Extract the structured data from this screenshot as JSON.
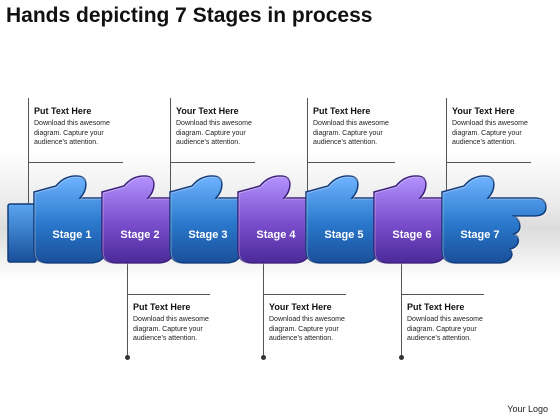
{
  "title": "Hands depicting 7 Stages in process",
  "stages": [
    "Stage 1",
    "Stage 2",
    "Stage 3",
    "Stage 4",
    "Stage 5",
    "Stage 6",
    "Stage 7"
  ],
  "callouts_top": [
    {
      "title": "Put Text Here",
      "body": "Download this awesome diagram. Capture your audience’s attention."
    },
    {
      "title": "Your Text Here",
      "body": "Download this awesome diagram. Capture your audience’s attention."
    },
    {
      "title": "Put Text Here",
      "body": "Download this awesome diagram. Capture your audience’s attention."
    },
    {
      "title": "Your Text Here",
      "body": "Download this awesome diagram. Capture your audience’s attention."
    }
  ],
  "callouts_bottom": [
    {
      "title": "Put Text Here",
      "body": "Download this awesome diagram. Capture your audience’s attention."
    },
    {
      "title": "Your Text Here",
      "body": "Download this awesome diagram. Capture your audience’s attention."
    },
    {
      "title": "Put Text Here",
      "body": "Download this awesome diagram. Capture your audience’s attention."
    }
  ],
  "logo": "Your Logo",
  "colors": {
    "blue": "#2f7fd0",
    "blue_dark": "#123c7a",
    "purple": "#7b4fc4",
    "purple_dark": "#3c1f7a"
  }
}
